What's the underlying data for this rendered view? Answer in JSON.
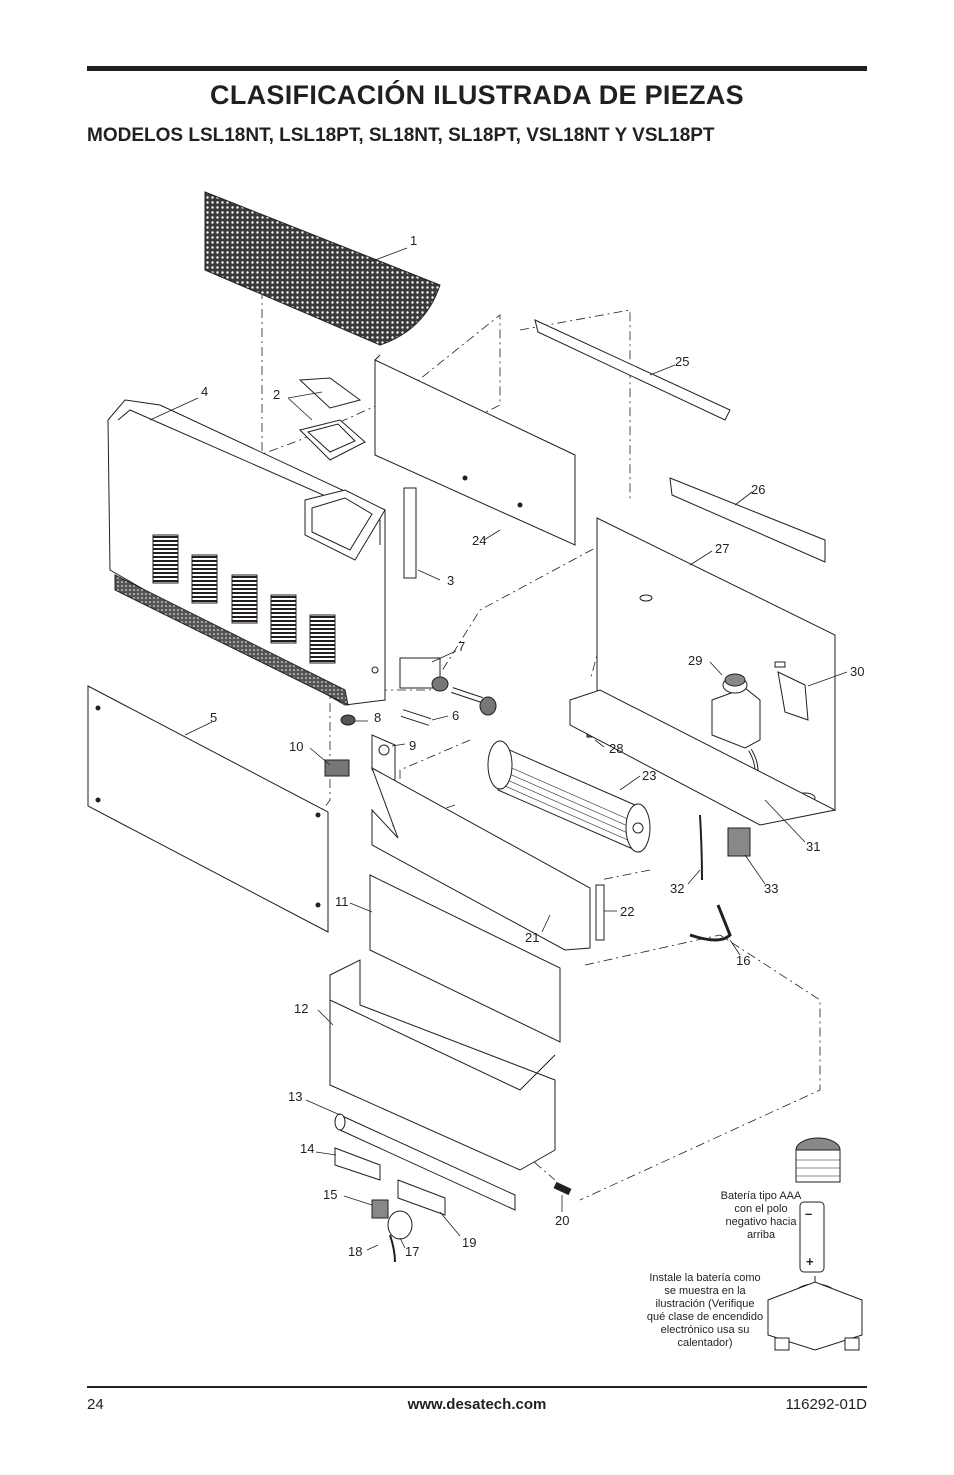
{
  "title": "CLASIFICACIÓN ILUSTRADA DE PIEZAS",
  "subtitle": "MODELOS LSL18NT, LSL18PT, SL18NT, SL18PT, VSL18NT Y VSL18PT",
  "callouts": [
    "1",
    "2",
    "3",
    "4",
    "5",
    "6",
    "7",
    "8",
    "9",
    "10",
    "11",
    "12",
    "13",
    "14",
    "15",
    "16",
    "17",
    "18",
    "19",
    "20",
    "21",
    "22",
    "23",
    "24",
    "25",
    "26",
    "27",
    "28",
    "29",
    "30",
    "31",
    "32",
    "33"
  ],
  "battery_note": "Batería tipo AAA con el polo negativo hacia arriba",
  "install_note": "Instale la batería como se muestra en la ilustración (Verifique qué clase de encendido electrónico usa su calentador)",
  "battery_minus": "–",
  "battery_plus": "+",
  "footer": {
    "page_number": "24",
    "website": "www.desatech.com",
    "doc_number": "116292-01D"
  }
}
